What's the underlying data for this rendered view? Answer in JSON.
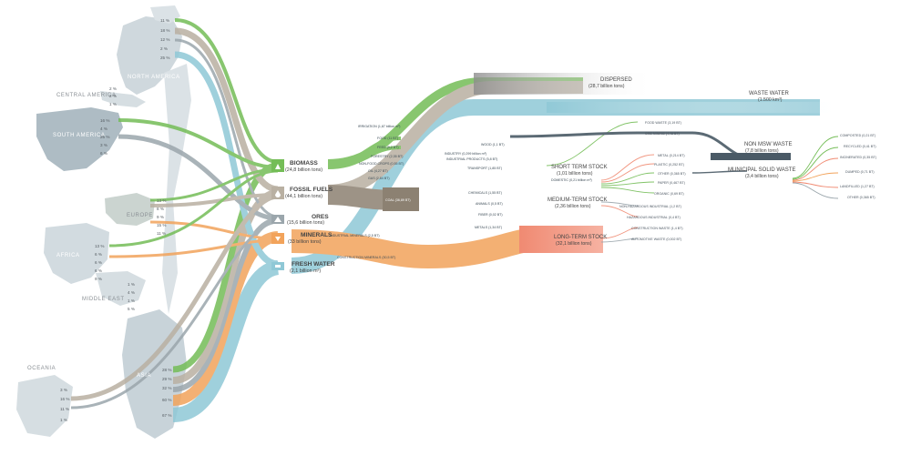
{
  "regions": {
    "north_america": "NORTH AMERICA",
    "central_america": "CENTRAL AMERICA",
    "south_america": "SOUTH AMERICA",
    "europe": "EUROPE",
    "africa": "AFRICA",
    "middle_east": "MIDDLE EAST",
    "oceania": "OCEANIA",
    "asia": "ASIA"
  },
  "region_shares": {
    "north_america": [
      "11 %",
      "18 %",
      "12 %",
      "2 %",
      "25 %"
    ],
    "central_america": [
      "2 %",
      "2 %",
      "1 %"
    ],
    "south_america": [
      "16 %",
      "4 %",
      "26 %",
      "3 %",
      "6 %"
    ],
    "europe": [
      "13 %",
      "8 %",
      "9 %",
      "15 %",
      "11 %"
    ],
    "africa": [
      "13 %",
      "6 %",
      "6 %",
      "6 %",
      "9 %"
    ],
    "middle_east": [
      "1 %",
      "4 %",
      "1 %",
      "5 %"
    ],
    "oceania": [
      "3 %",
      "16 %",
      "11 %",
      "1 %"
    ],
    "asia": [
      "28 %",
      "29 %",
      "32 %",
      "60 %",
      "67 %"
    ]
  },
  "resources": {
    "biomass": {
      "title": "BIOMASS",
      "sub": "(24,8 billion tons)"
    },
    "fossil_fuels": {
      "title": "FOSSIL FUELS",
      "sub": "(44,1 billion tons)"
    },
    "ores": {
      "title": "ORES",
      "sub": "(15,6 billion tons)"
    },
    "minerals": {
      "title": "MINERALS",
      "sub": "(33 billion tons)"
    },
    "fresh_water": {
      "title": "FRESH WATER",
      "sub": "(2,1 billion m³)"
    }
  },
  "flow_labels": {
    "irrigation": "IRRIGATION (1,87 billion m³)",
    "food": "FOOD (11 BT)",
    "feed": "FEED (9,2 BT)",
    "forestry": "FORESTRY (2,35 BT)",
    "non_food_crops": "NON-FOOD CROPS (0,55 BT)",
    "oil": "OIL (4,27 BT)",
    "gas": "GAS (2,84 BT)",
    "coal": "COAL (36,89 BT)",
    "industrial_minerals": "INDUSTRIAL MINERALS (2,5 BT)",
    "construction_minerals": "CONSTRUCTION MINERALS (30,5 BT)",
    "wood": "WOOD (1,1 BT)",
    "industry": "INDUSTRY (0,299 billion m³)",
    "industrial_products": "INDUSTRIAL PRODUCTS (5,8 BT)",
    "transport": "TRANSPORT (1,85 BT)",
    "other": "OTHER (1,5 BT)",
    "chemicals": "CHEMICALS (1,55 BT)",
    "animals": "ANIMALS (0,5 BT)",
    "fiber": "FIBER (0,02 BT)",
    "metals": "METALS (1,34 BT)",
    "domestic": "DOMESTIC (0,21 billion m³)"
  },
  "stocks": {
    "dispersed": {
      "title": "DISPERSED",
      "sub": "(28,7 billion tons)"
    },
    "waste_water": {
      "title": "WASTE WATER",
      "sub": "(1.500 km³)"
    },
    "short_term": {
      "title": "SHORT TERM STOCK",
      "sub": "(1,01 billion tons)"
    },
    "medium_term": {
      "title": "MEDIUM-TERM STOCK",
      "sub": "(2,36 billion tons)"
    },
    "long_term": {
      "title": "LONG-TERM STOCK",
      "sub": "(32,1 billion tons)"
    },
    "non_msw": {
      "title": "NON MSW WASTE",
      "sub": "(7,8 billion tons)"
    },
    "msw": {
      "title": "MUNICIPAL SOLID WASTE",
      "sub": "(3,4 billion tons)"
    }
  },
  "waste_categories": {
    "food_waste": "FOOD WASTE (3,19 BT)",
    "ore_mining": "ORE MINING (4,48 BT)",
    "metal": "METAL (0,214 BT)",
    "plastic": "PLASTIC (0,252 BT)",
    "other": "OTHER (0,365 BT)",
    "paper": "PAPER (0,467 BT)",
    "organic": "ORGANIC (0,69 BT)",
    "non_hazardous": "NON-HAZARDOUS INDUSTRIAL (1,2 BT)",
    "hazardous": "HAZARDOUS INDUSTRIAL (0,4 BT)",
    "construction_waste": "CONSTRUCTION WASTE (1,4 BT)",
    "automotive_waste": "AUTOMOTIVE WASTE (0,002 BT)"
  },
  "treatments": {
    "composted": "COMPOSTED (0,21 BT)",
    "recycled": "RECYCLED (0,41 BT)",
    "incinerated": "INCINERATED (0,35 BT)",
    "dumped": "DUMPED (0,71 BT)",
    "landfilled": "LANDFILLED (1,27 BT)",
    "other": "OTHER (0,365 BT)"
  },
  "colors": {
    "biomass": "#74bd57",
    "fossil": "#b9b0a2",
    "coal": "#8c8172",
    "ores": "#9ba6ac",
    "minerals": "#f2a35b",
    "water": "#8fc8d6",
    "long_term": "#f08a72",
    "land": "#cfd8dd",
    "land_dark": "#aebcc4",
    "waste_dark": "#4a5a66"
  }
}
